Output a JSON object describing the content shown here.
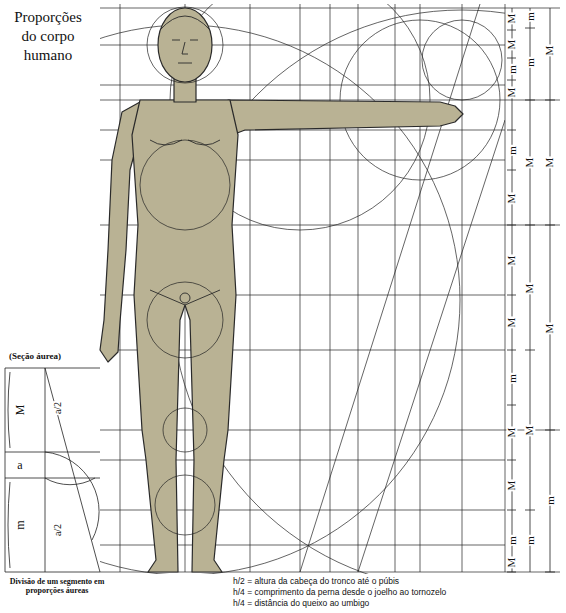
{
  "diagram": {
    "title": "Proporções do corpo humano",
    "labels": [
      "M",
      "M",
      "m",
      "M",
      "m",
      "M",
      "M",
      "M",
      "m",
      "M",
      "M",
      "m",
      "M",
      "m",
      "m",
      "M",
      "M",
      "M",
      "m",
      "M",
      "M",
      "M",
      "m",
      "(Seção áurea)",
      "M",
      "a/2",
      "a",
      "m",
      "a/2",
      "Divisão de um segmento em proporções áureas",
      "h/2 = altura da cabeça do tronco até o púbis",
      "h/4 = comprimento da perna desde o joelho ao tornozelo",
      "h/4 = distância do queixo ao umbigo"
    ]
  }
}
